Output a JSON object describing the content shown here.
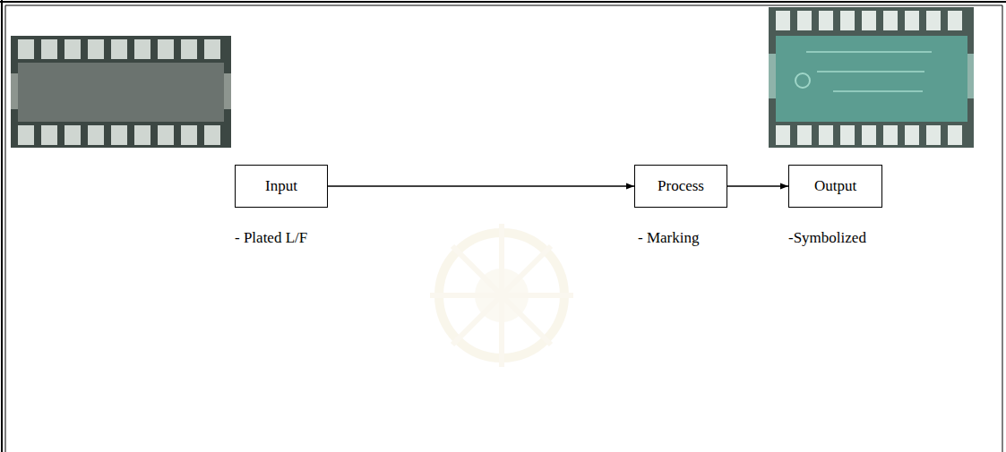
{
  "diagram": {
    "nodes": [
      {
        "text": [
          "Input"
        ]
      },
      {
        "text": [
          "Process"
        ]
      },
      {
        "text": [
          "Output"
        ]
      }
    ],
    "edges": [
      {
        "from": 0,
        "to": 1,
        "arrow": "to"
      },
      {
        "from": 1,
        "to": 2,
        "arrow": "to"
      }
    ],
    "labels": [
      "- Plated L/F",
      "- Marking",
      "-Symbolized"
    ]
  }
}
